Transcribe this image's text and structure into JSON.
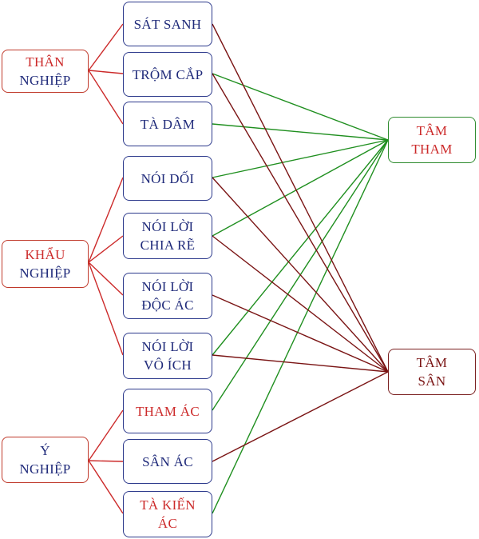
{
  "colors": {
    "red": "#cc2a2a",
    "navy": "#1f2a7a",
    "green": "#1f8f1f",
    "dark_red": "#7a1414"
  },
  "groups": [
    {
      "id": "than",
      "lines": [
        "THÂN",
        "NGHIỆP"
      ]
    },
    {
      "id": "khau",
      "lines": [
        "KHẨU",
        "NGHIỆP"
      ]
    },
    {
      "id": "y",
      "lines": [
        "Ý",
        "NGHIỆP"
      ]
    }
  ],
  "actions": [
    {
      "id": "sat-sanh",
      "lines": [
        "SÁT SANH"
      ]
    },
    {
      "id": "trom-cap",
      "lines": [
        "TRỘM CẮP"
      ]
    },
    {
      "id": "ta-dam",
      "lines": [
        "TÀ DÂM"
      ]
    },
    {
      "id": "noi-doi",
      "lines": [
        "NÓI DỐI"
      ]
    },
    {
      "id": "chia-re",
      "lines": [
        "NÓI LỜI",
        "CHIA RẼ"
      ]
    },
    {
      "id": "doc-ac",
      "lines": [
        "NÓI LỜI",
        "ĐỘC ÁC"
      ]
    },
    {
      "id": "vo-ich",
      "lines": [
        "NÓI LỜI",
        "VÔ ÍCH"
      ]
    },
    {
      "id": "tham-ac",
      "lines": [
        "THAM ÁC"
      ]
    },
    {
      "id": "san-ac",
      "lines": [
        "SÂN ÁC"
      ]
    },
    {
      "id": "ta-kien",
      "lines": [
        "TÀ KIẾN",
        "ÁC"
      ]
    }
  ],
  "roots": [
    {
      "id": "tam-tham",
      "lines": [
        "TÂM",
        "THAM"
      ]
    },
    {
      "id": "tam-san",
      "lines": [
        "TÂM",
        "SÂN"
      ]
    }
  ]
}
